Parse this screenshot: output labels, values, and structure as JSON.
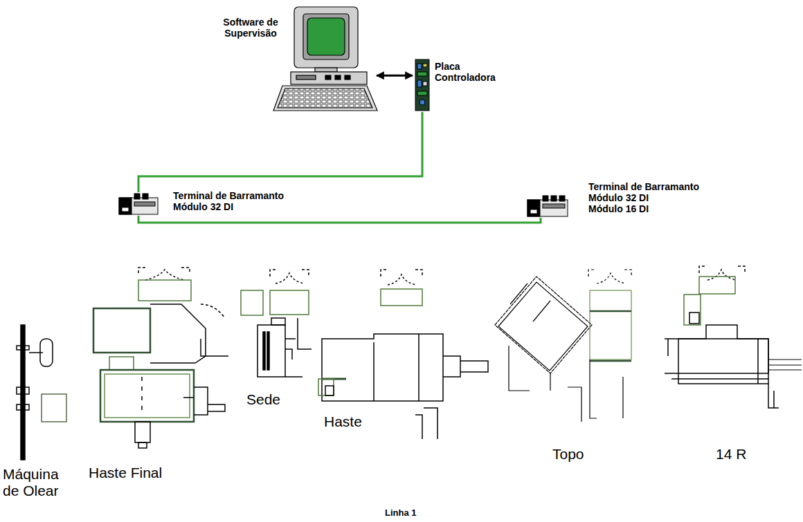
{
  "diagram": {
    "caption": "Linha 1",
    "nodes": [
      {
        "text": [
          "Software de Supervisão"
        ]
      },
      {
        "text": [
          "Placa Controladora"
        ]
      },
      {
        "text": [
          "Terminal de Barramanto",
          "Módulo 32 DI"
        ]
      },
      {
        "text": [
          "Terminal de Barramanto",
          "Módulo 32 DI",
          "Módulo 16 DI"
        ]
      }
    ],
    "edges": [
      {
        "from": 0,
        "to": 1,
        "arrow": "both"
      },
      {
        "from": 1,
        "to": 2,
        "arrow": "none"
      },
      {
        "from": 2,
        "to": 3,
        "arrow": "none"
      }
    ],
    "labels": [
      "Máquina de Olear",
      "Haste Final",
      "Sede",
      "Haste",
      "Topo",
      "14 R"
    ]
  }
}
